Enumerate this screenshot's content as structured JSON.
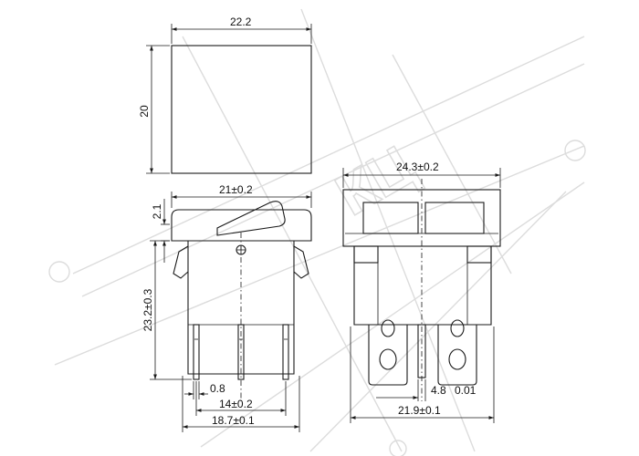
{
  "watermark": {
    "text": "КЦ"
  },
  "top_view": {
    "width_label": "22.2",
    "height_label": "20"
  },
  "side_view": {
    "lip_label": "2.1",
    "width_label": "21±0.2",
    "height_label": "23.2±0.3",
    "pin_width_label": "0.8",
    "pin_pitch_label": "14±0.2",
    "base_width_label": "18.7±0.1"
  },
  "front_view": {
    "width_label": "24.3±0.2",
    "terminal_label": "4.8",
    "terminal_thickness_label": "0.01",
    "base_width_label": "21.9±0.1"
  }
}
